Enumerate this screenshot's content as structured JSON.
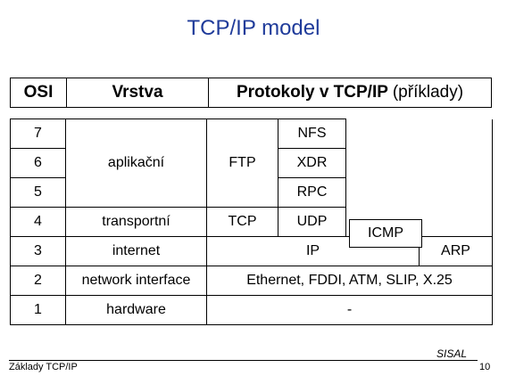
{
  "title": "TCP/IP model",
  "header": {
    "col_osi": "OSI",
    "col_vrstva": "Vrstva",
    "col_protocols_bold": "Protokoly v TCP/IP",
    "col_protocols_normal": "(příklady)"
  },
  "rows": {
    "osi": [
      "7",
      "6",
      "5",
      "4",
      "3",
      "2",
      "1"
    ],
    "aplikacni": "aplikační",
    "transportni": "transportní",
    "internet": "internet",
    "network_interface": "network interface",
    "hardware": "hardware",
    "ftp": "FTP",
    "nfs": "NFS",
    "xdr": "XDR",
    "rpc": "RPC",
    "tcp": "TCP",
    "udp": "UDP",
    "icmp": "ICMP",
    "ip": "IP",
    "arp": "ARP",
    "ethernet": "Ethernet, FDDI, ATM, SLIP, X.25",
    "dash": "-"
  },
  "footer": {
    "left": "Základy TCP/IP",
    "brand": "SISAL",
    "page": "10"
  }
}
